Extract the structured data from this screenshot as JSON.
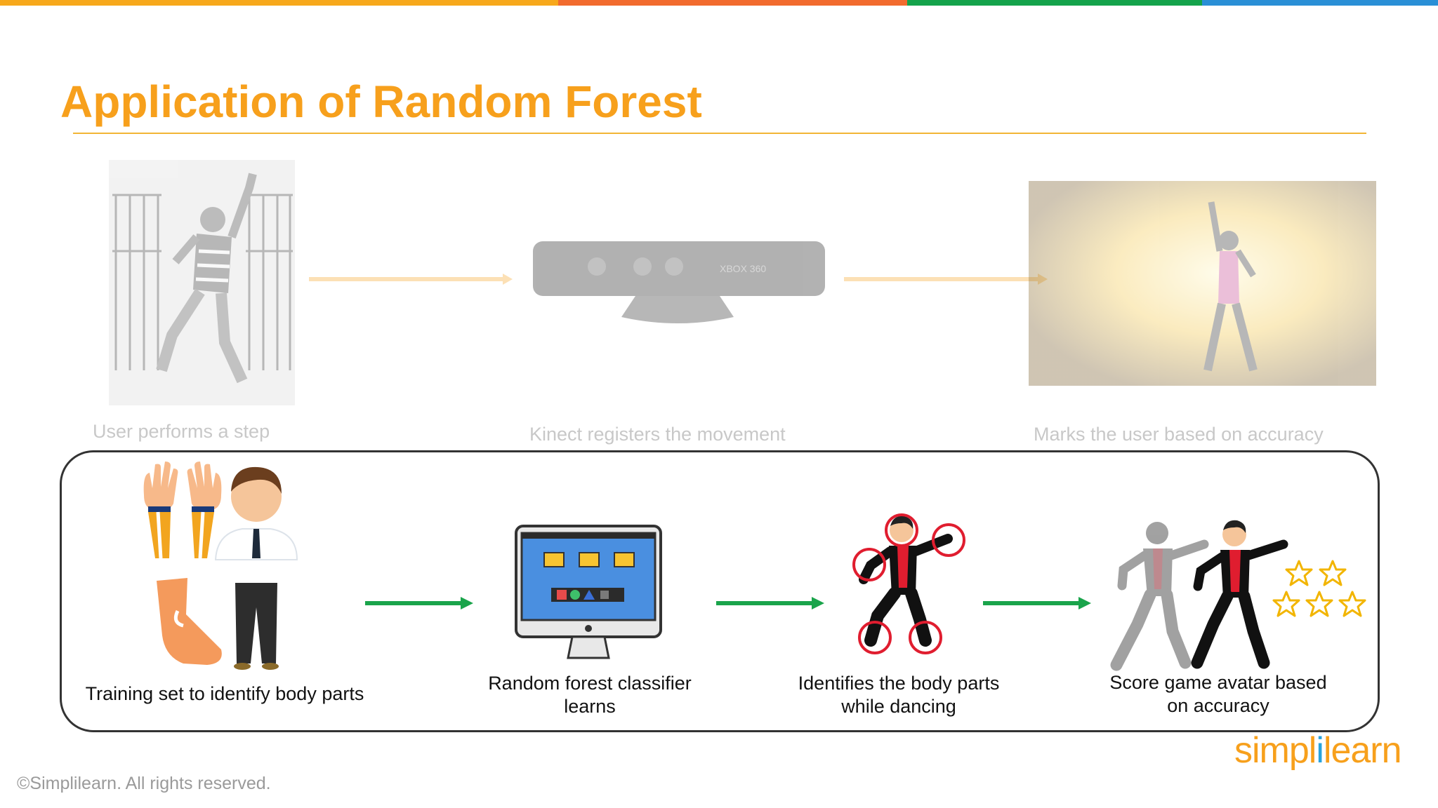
{
  "colors": {
    "bar": [
      "#f7a81b",
      "#f26b2e",
      "#15a34b",
      "#2a8fd6"
    ],
    "title": "#f7a01c",
    "arrow_green": "#1aa44b",
    "arrow_faded": "#f7c98a"
  },
  "slide": {
    "title": "Application of Random Forest"
  },
  "top_flow": {
    "steps": [
      {
        "caption": "User performs a step",
        "icon": "dancer-photo"
      },
      {
        "caption": "Kinect registers the movement",
        "icon": "kinect-sensor",
        "device_label": "XBOX 360"
      },
      {
        "caption": "Marks the user based on accuracy",
        "icon": "game-screen"
      }
    ]
  },
  "bottom_flow": {
    "steps": [
      {
        "caption": "Training set to identify body parts",
        "icon": "body-parts-icon"
      },
      {
        "caption_line1": "Random forest classifier",
        "caption_line2": "learns",
        "icon": "computer-monitor-icon"
      },
      {
        "caption_line1": "Identifies the body parts",
        "caption_line2": "while dancing",
        "icon": "dancer-joints-icon"
      },
      {
        "caption_line1": "Score game avatar based",
        "caption_line2": "on accuracy",
        "icon": "avatar-stars-icon"
      }
    ]
  },
  "footer": {
    "copyright": "©Simplilearn. All rights reserved.",
    "logo_part1": "simpl",
    "logo_part2": "i",
    "logo_part3": "learn"
  }
}
